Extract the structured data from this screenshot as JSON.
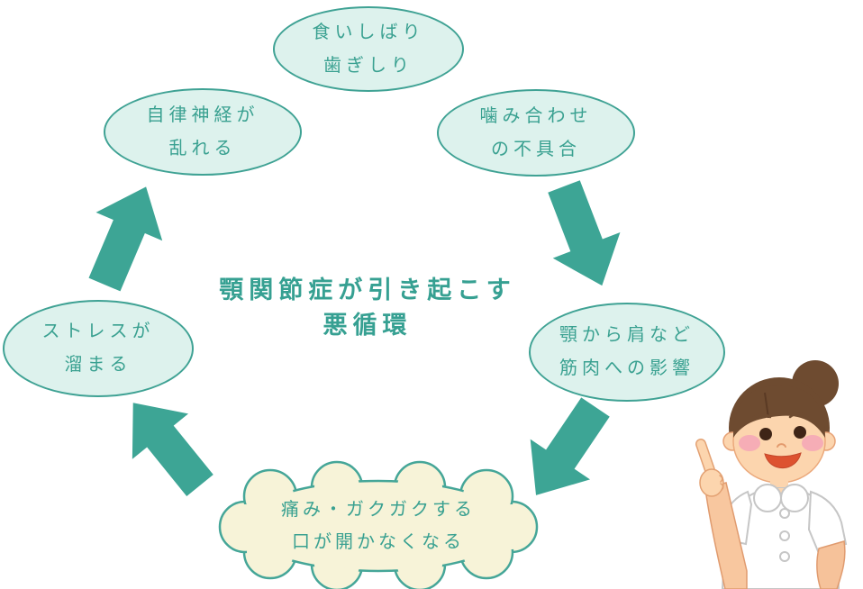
{
  "diagram": {
    "title": {
      "line1": "顎関節症が引き起こす",
      "line2": "悪循環"
    },
    "nodes": [
      {
        "id": "clenching-grinding",
        "line1": "食いしばり",
        "line2": "歯ぎしり"
      },
      {
        "id": "bite-misalignment",
        "line1": "噛み合わせ",
        "line2": "の不具合"
      },
      {
        "id": "muscle-impact",
        "line1": "顎から肩など",
        "line2": "筋肉への影響"
      },
      {
        "id": "pain-symptoms",
        "line1": "痛み・ガクガクする",
        "line2": "口が開かなくなる"
      },
      {
        "id": "stress-buildup",
        "line1": "ストレスが",
        "line2": "溜まる"
      },
      {
        "id": "autonomic-disorder",
        "line1": "自律神経が",
        "line2": "乱れる"
      }
    ],
    "arrows": [
      {
        "from": "bite-misalignment",
        "to": "muscle-impact"
      },
      {
        "from": "muscle-impact",
        "to": "pain-symptoms"
      },
      {
        "from": "pain-symptoms",
        "to": "stress-buildup"
      },
      {
        "from": "stress-buildup",
        "to": "autonomic-disorder"
      }
    ],
    "illustration": {
      "name": "nurse-pointing-illustration"
    },
    "colors": {
      "accent_border": "#3fa294",
      "node_fill": "#ddf2ed",
      "cloud_fill": "#f7f3d8",
      "arrow": "#3da595",
      "text": "#3aa191"
    }
  }
}
